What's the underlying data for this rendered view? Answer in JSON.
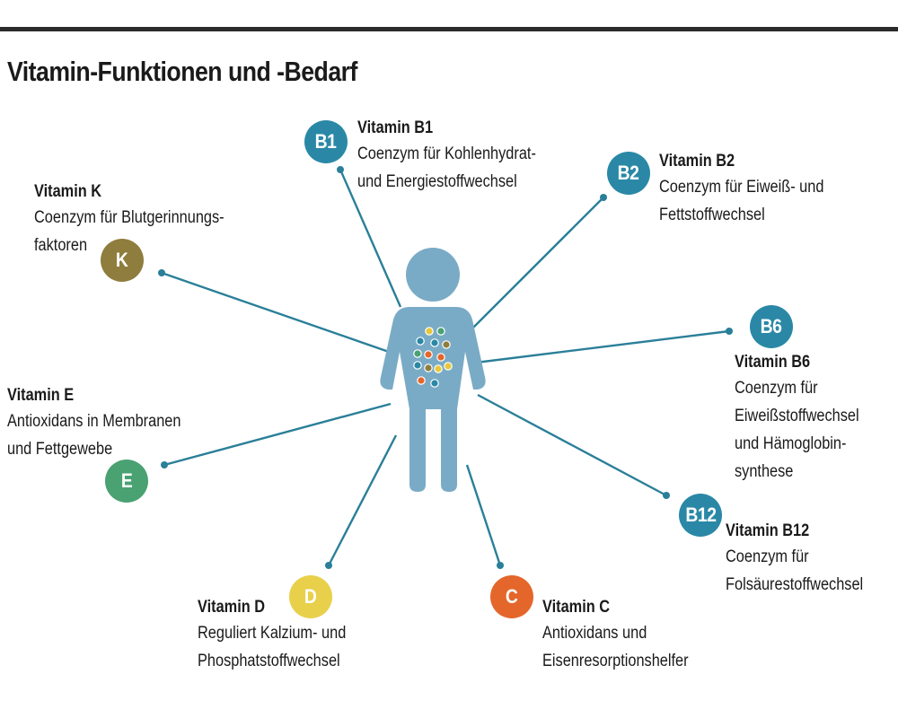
{
  "title": "Vitamin-Funktionen und -Bedarf",
  "vitamins": [
    {
      "key": "b1",
      "badge": "B1",
      "name": "Vitamin B1",
      "description": "Coenzym für Kohlenhydrat-\nund Energiestoffwechsel",
      "color": "#2a88a6"
    },
    {
      "key": "b2",
      "badge": "B2",
      "name": "Vitamin B2",
      "description": "Coenzym für Eiweiß- und\nFettstoffwechsel",
      "color": "#2a88a6"
    },
    {
      "key": "b6",
      "badge": "B6",
      "name": "Vitamin B6",
      "description": "Coenzym für\nEiweißstoffwechsel\nund Hämoglobin-\nsynthese",
      "color": "#2a88a6"
    },
    {
      "key": "b12",
      "badge": "B12",
      "name": "Vitamin B12",
      "description": "Coenzym für\nFolsäurestoffwechsel",
      "color": "#2a88a6"
    },
    {
      "key": "c",
      "badge": "C",
      "name": "Vitamin C",
      "description": "Antioxidans und\nEisenresorptionshelfer",
      "color": "#e4662a"
    },
    {
      "key": "d",
      "badge": "D",
      "name": "Vitamin D",
      "description": "Reguliert Kalzium- und\nPhosphatstoffwechsel",
      "color": "#e8d04a"
    },
    {
      "key": "e",
      "badge": "E",
      "name": "Vitamin E",
      "description": "Antioxidans in Membranen\nund Fettgewebe",
      "color": "#4aa172"
    },
    {
      "key": "k",
      "badge": "K",
      "name": "Vitamin K",
      "description": "Coenzym für Blutgerinnungs-\nfaktoren",
      "color": "#8f7d3e"
    }
  ],
  "colors": {
    "figure": "#7aabc6",
    "line": "#2a7f99",
    "rule": "#2b2b2b"
  }
}
